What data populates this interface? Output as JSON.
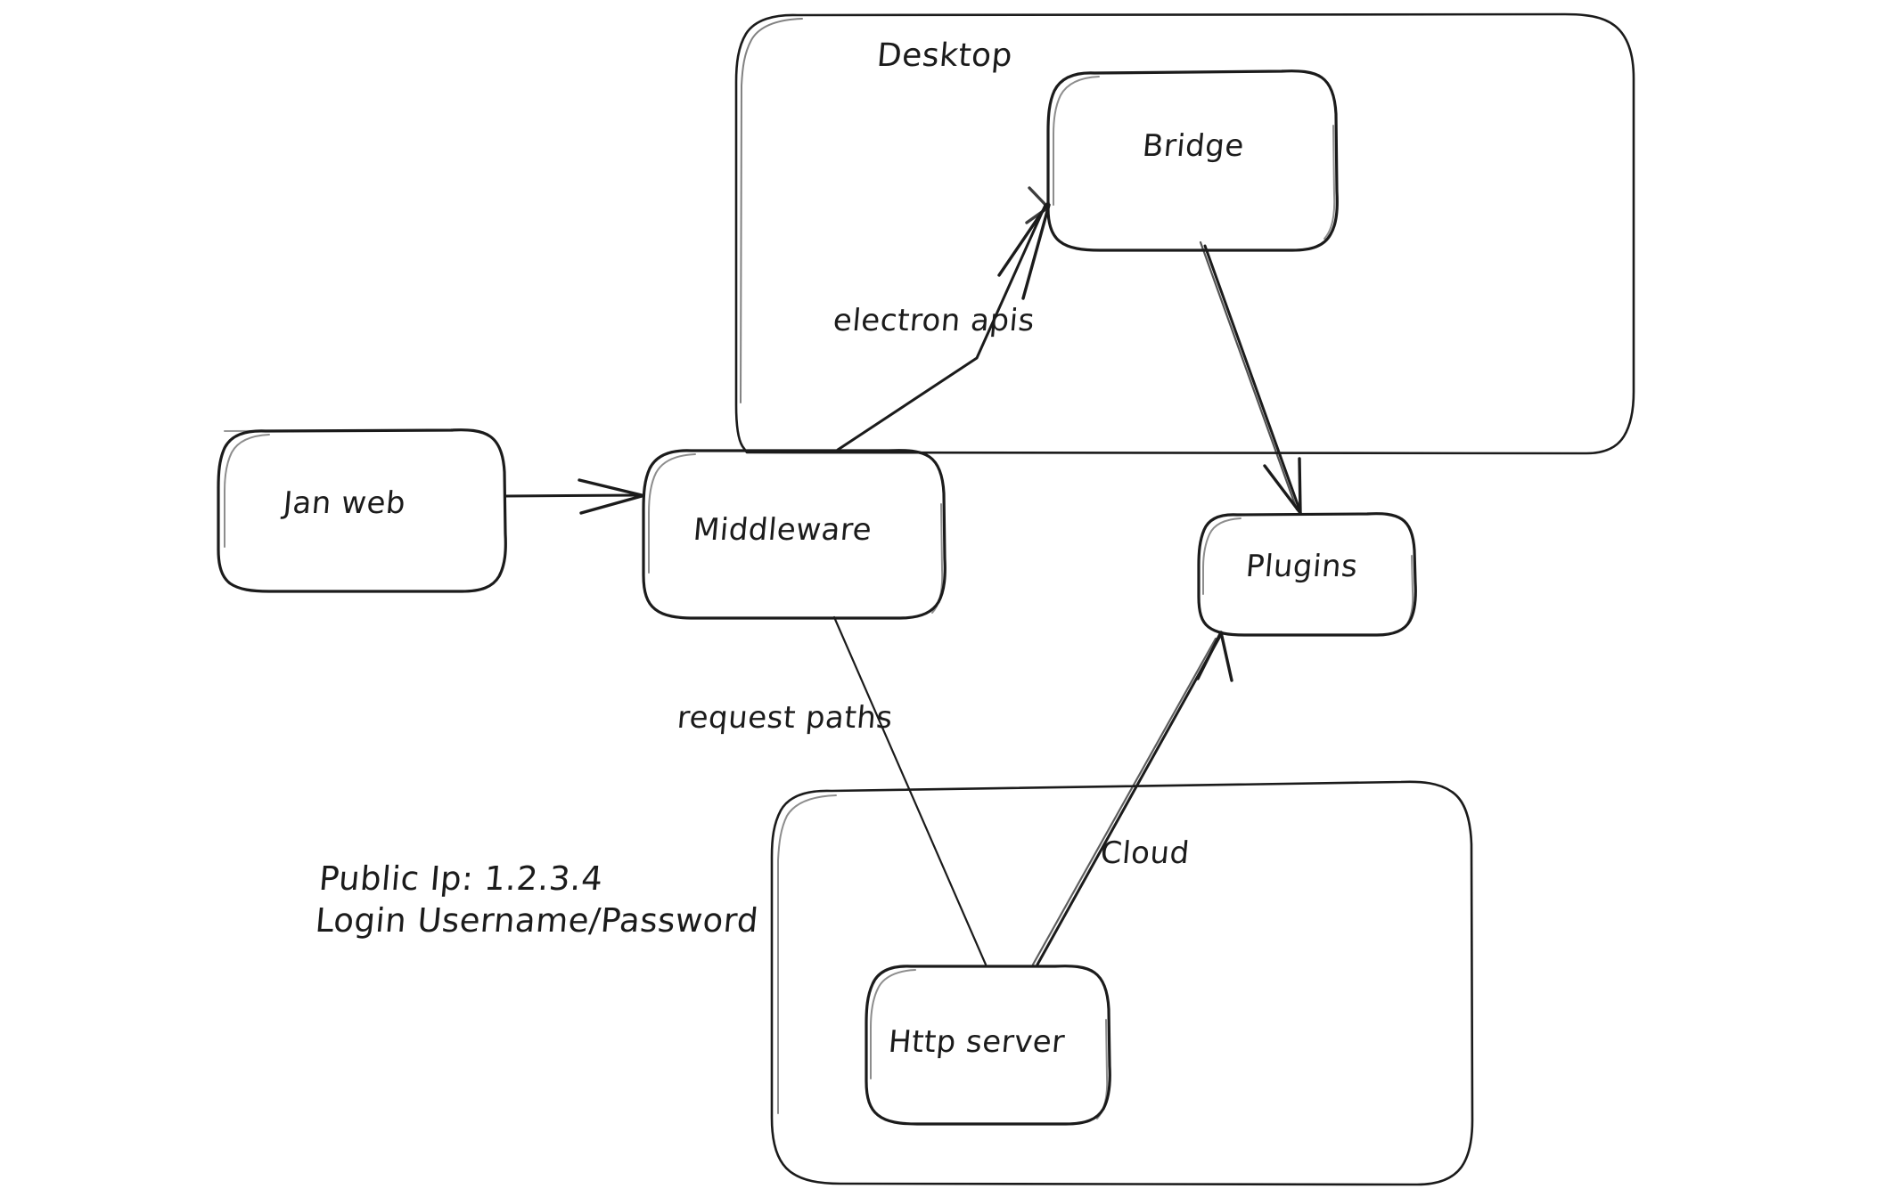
{
  "diagram": {
    "title": "Jan application architecture sketch",
    "style": "hand-drawn whiteboard sketch",
    "background_color": "#ffffff",
    "ink_color": "#1b1b1b",
    "groups": [
      {
        "id": "desktop",
        "label": "Desktop"
      },
      {
        "id": "cloud",
        "label": ""
      }
    ],
    "nodes": [
      {
        "id": "jan-web",
        "label": "Jan web"
      },
      {
        "id": "middleware",
        "label": "Middleware"
      },
      {
        "id": "bridge",
        "label": "Bridge"
      },
      {
        "id": "plugins",
        "label": "Plugins"
      },
      {
        "id": "http-server",
        "label": "Http server"
      }
    ],
    "edges": [
      {
        "id": "jan-web-to-middleware",
        "from": "Jan web",
        "to": "Middleware",
        "label": ""
      },
      {
        "id": "middleware-to-bridge",
        "from": "Middleware",
        "to": "Bridge",
        "label": "electron apis"
      },
      {
        "id": "bridge-to-plugins",
        "from": "Bridge",
        "to": "Plugins",
        "label": ""
      },
      {
        "id": "middleware-to-http",
        "from": "Middleware",
        "to": "Http server",
        "label": "request paths"
      },
      {
        "id": "http-to-plugins",
        "from": "Http server",
        "to": "Plugins",
        "label": "Cloud"
      }
    ],
    "edge_labels": {
      "electron_apis": "electron apis",
      "request_paths": "request paths",
      "cloud": "Cloud"
    },
    "notes": {
      "public_ip": "Public Ip: 1.2.3.4",
      "login": "Login Username/Password"
    }
  }
}
